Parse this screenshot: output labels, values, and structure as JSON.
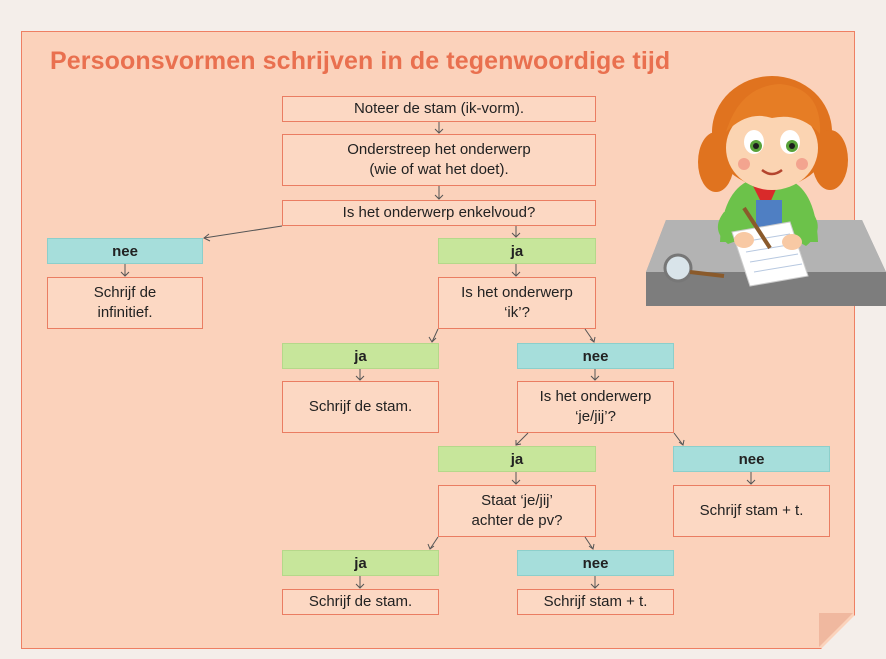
{
  "title": "Persoonsvormen schrijven in de tegenwoordige tijd",
  "steps": {
    "step1": "Noteer de stam (ik-vorm).",
    "step2_line1": "Onderstreep het onderwerp",
    "step2_line2": "(wie of wat het doet).",
    "q1": "Is het onderwerp enkelvoud?",
    "q2_line1": "Is het onderwerp",
    "q2_line2": "‘ik’?",
    "q3_line1": "Is het onderwerp",
    "q3_line2": "‘je/jij’?",
    "q4_line1": "Staat ‘je/jij’",
    "q4_line2": "achter de pv?"
  },
  "answers": {
    "ja": "ja",
    "nee": "nee"
  },
  "results": {
    "infinitive_line1": "Schrijf de",
    "infinitive_line2": "infinitief.",
    "stam": "Schrijf de stam.",
    "stam_t": "Schrijf stam + t."
  },
  "colors": {
    "card": "#fbd2bb",
    "title": "#e9704f",
    "border": "#ea7d62",
    "ja": "#c7e69b",
    "nee": "#a6dedb"
  },
  "illustration": "girl-writing-at-desk"
}
